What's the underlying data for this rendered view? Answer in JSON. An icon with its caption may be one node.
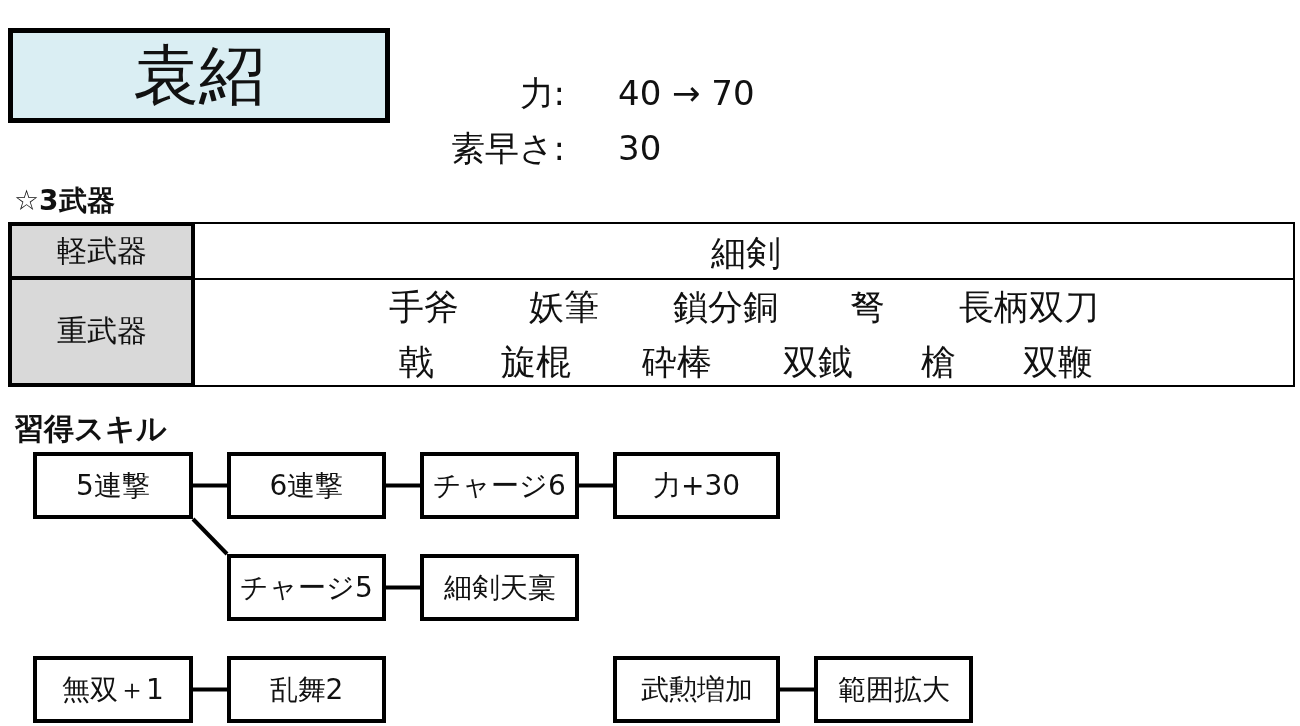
{
  "diagram": {
    "title": "袁紹",
    "nodes": [
      {
        "text": [
          "5連撃"
        ]
      },
      {
        "text": [
          "6連撃"
        ]
      },
      {
        "text": [
          "チャージ6"
        ]
      },
      {
        "text": [
          "力+30"
        ]
      },
      {
        "text": [
          "チャージ5"
        ]
      },
      {
        "text": [
          "細剣天稟"
        ]
      },
      {
        "text": [
          "無双＋1"
        ]
      },
      {
        "text": [
          "乱舞2"
        ]
      },
      {
        "text": [
          "武勲増加"
        ]
      },
      {
        "text": [
          "範囲拡大"
        ]
      }
    ],
    "edges": [
      {
        "from": 0,
        "to": 1,
        "arrow": "none"
      },
      {
        "from": 1,
        "to": 2,
        "arrow": "none"
      },
      {
        "from": 2,
        "to": 3,
        "arrow": "none"
      },
      {
        "from": 0,
        "to": 4,
        "arrow": "none"
      },
      {
        "from": 4,
        "to": 5,
        "arrow": "none"
      },
      {
        "from": 6,
        "to": 7,
        "arrow": "none"
      },
      {
        "from": 8,
        "to": 9,
        "arrow": "none"
      }
    ],
    "labels": [
      "力:",
      "40 → 70",
      "素早さ:",
      "30",
      "☆3武器",
      "軽武器",
      "細剣",
      "重武器",
      "手斧",
      "妖筆",
      "鎖分銅",
      "弩",
      "長柄双刀",
      "戟",
      "旋棍",
      "砕棒",
      "双鉞",
      "槍",
      "双鞭",
      "習得スキル"
    ]
  }
}
